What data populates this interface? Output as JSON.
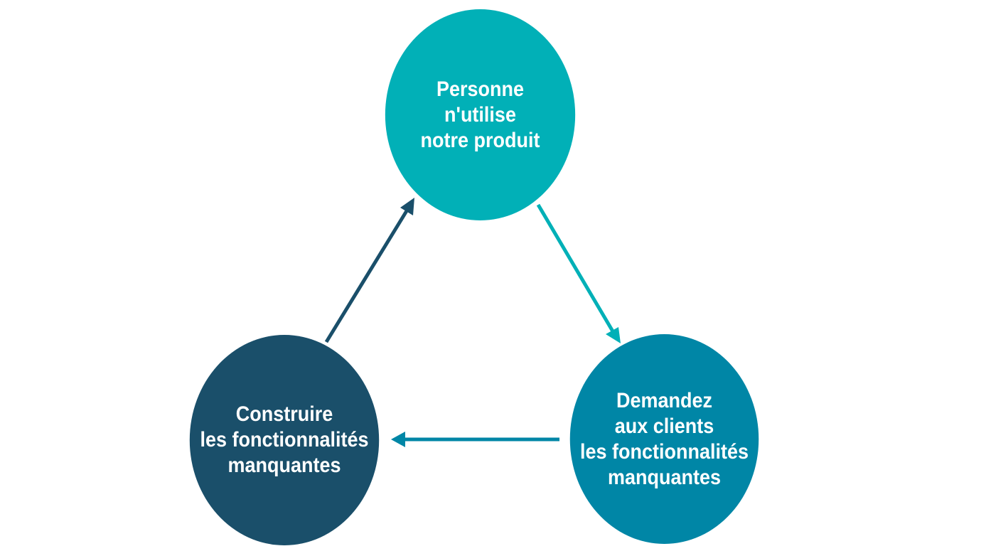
{
  "nodes": {
    "top": {
      "lines": [
        "Personne",
        "n'utilise",
        "notre produit"
      ],
      "color": "#01b0b7"
    },
    "right": {
      "lines": [
        "Demandez",
        "aux clients",
        "les fonctionnalités",
        "manquantes"
      ],
      "color": "#0086a6"
    },
    "left": {
      "lines": [
        "Construire",
        "les fonctionnalités",
        "manquantes"
      ],
      "color": "#1a4f6a"
    }
  },
  "arrows": {
    "top_to_right": {
      "color": "#01b0b7"
    },
    "right_to_left": {
      "color": "#0086a6"
    },
    "left_to_top": {
      "color": "#1a4f6a"
    }
  }
}
